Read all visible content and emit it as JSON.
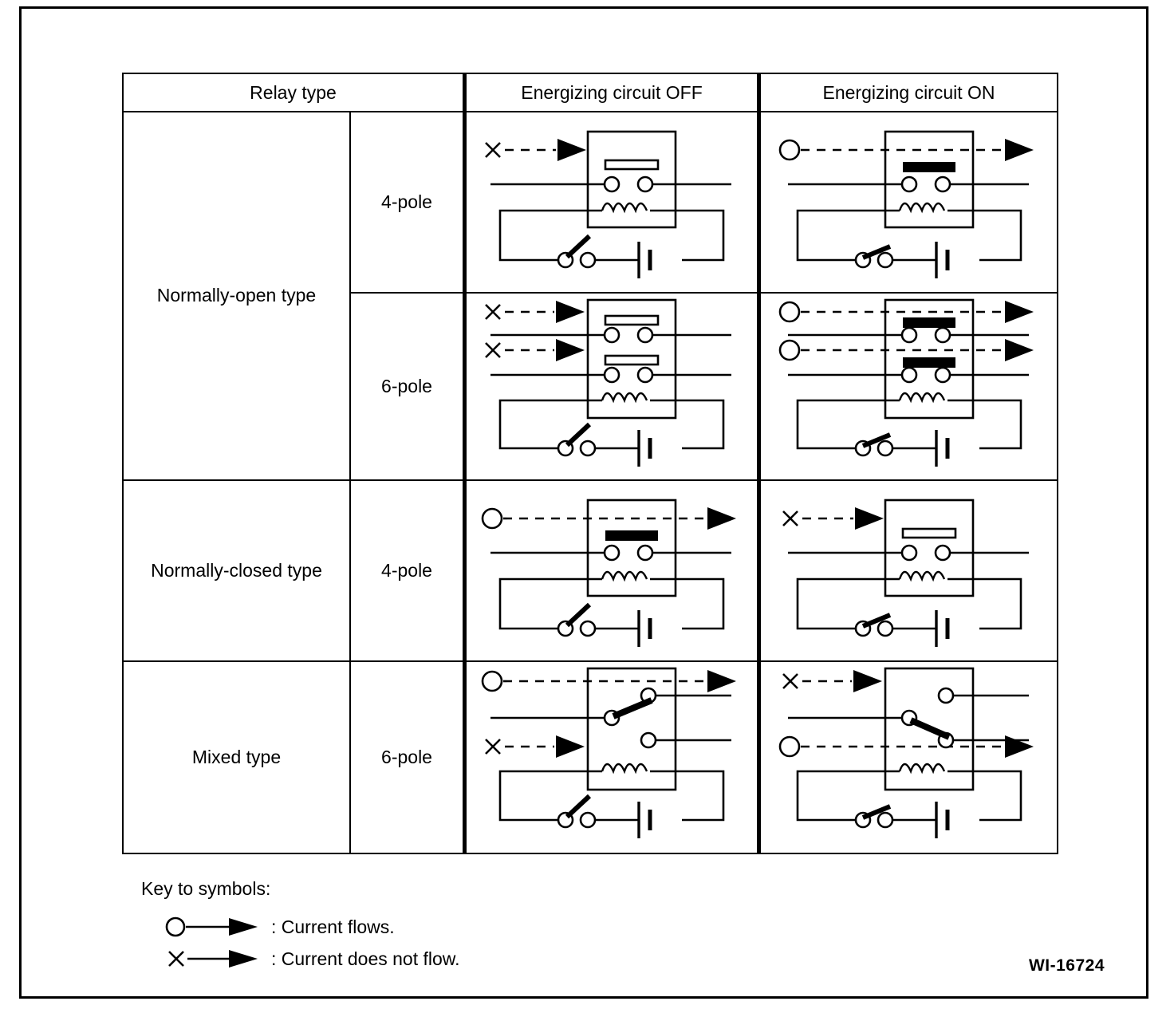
{
  "figure": {
    "code": "WI-16724"
  },
  "table": {
    "headers": {
      "relay_type": "Relay type",
      "circuit_off": "Energizing circuit OFF",
      "circuit_on": "Energizing circuit ON"
    },
    "rows": [
      {
        "type": "Normally-open type",
        "poles": "4-pole",
        "off": {
          "flow_markers": [
            "x"
          ],
          "contacts": [
            {
              "state": "open",
              "style": "bar"
            }
          ],
          "control_switch": "open",
          "arrow_count": 1
        },
        "on": {
          "flow_markers": [
            "circle"
          ],
          "contacts": [
            {
              "state": "closed",
              "style": "bar"
            }
          ],
          "control_switch": "closed",
          "arrow_count": 1
        }
      },
      {
        "type": "Normally-open type",
        "poles": "6-pole",
        "off": {
          "flow_markers": [
            "x",
            "x"
          ],
          "contacts": [
            {
              "state": "open",
              "style": "bar"
            },
            {
              "state": "open",
              "style": "bar"
            }
          ],
          "control_switch": "open",
          "arrow_count": 2
        },
        "on": {
          "flow_markers": [
            "circle",
            "circle"
          ],
          "contacts": [
            {
              "state": "closed",
              "style": "bar"
            },
            {
              "state": "closed",
              "style": "bar"
            }
          ],
          "control_switch": "closed",
          "arrow_count": 2
        }
      },
      {
        "type": "Normally-closed type",
        "poles": "4-pole",
        "off": {
          "flow_markers": [
            "circle"
          ],
          "contacts": [
            {
              "state": "closed",
              "style": "bar"
            }
          ],
          "control_switch": "open",
          "arrow_count": 1
        },
        "on": {
          "flow_markers": [
            "x"
          ],
          "contacts": [
            {
              "state": "open",
              "style": "bar"
            }
          ],
          "control_switch": "closed",
          "arrow_count": 1
        }
      },
      {
        "type": "Mixed type",
        "poles": "6-pole",
        "off": {
          "flow_markers": [
            "circle",
            "x"
          ],
          "contacts": [
            {
              "state": "upper",
              "style": "blade"
            }
          ],
          "control_switch": "open",
          "arrow_count": 2
        },
        "on": {
          "flow_markers": [
            "x",
            "circle"
          ],
          "contacts": [
            {
              "state": "lower",
              "style": "blade"
            }
          ],
          "control_switch": "closed",
          "arrow_count": 2
        }
      }
    ]
  },
  "key": {
    "title": "Key to symbols:",
    "entries": [
      {
        "symbol": "circle",
        "label": ": Current flows."
      },
      {
        "symbol": "x",
        "label": ": Current does not flow."
      }
    ]
  },
  "colors": {
    "line": "#000000",
    "background": "#ffffff"
  }
}
